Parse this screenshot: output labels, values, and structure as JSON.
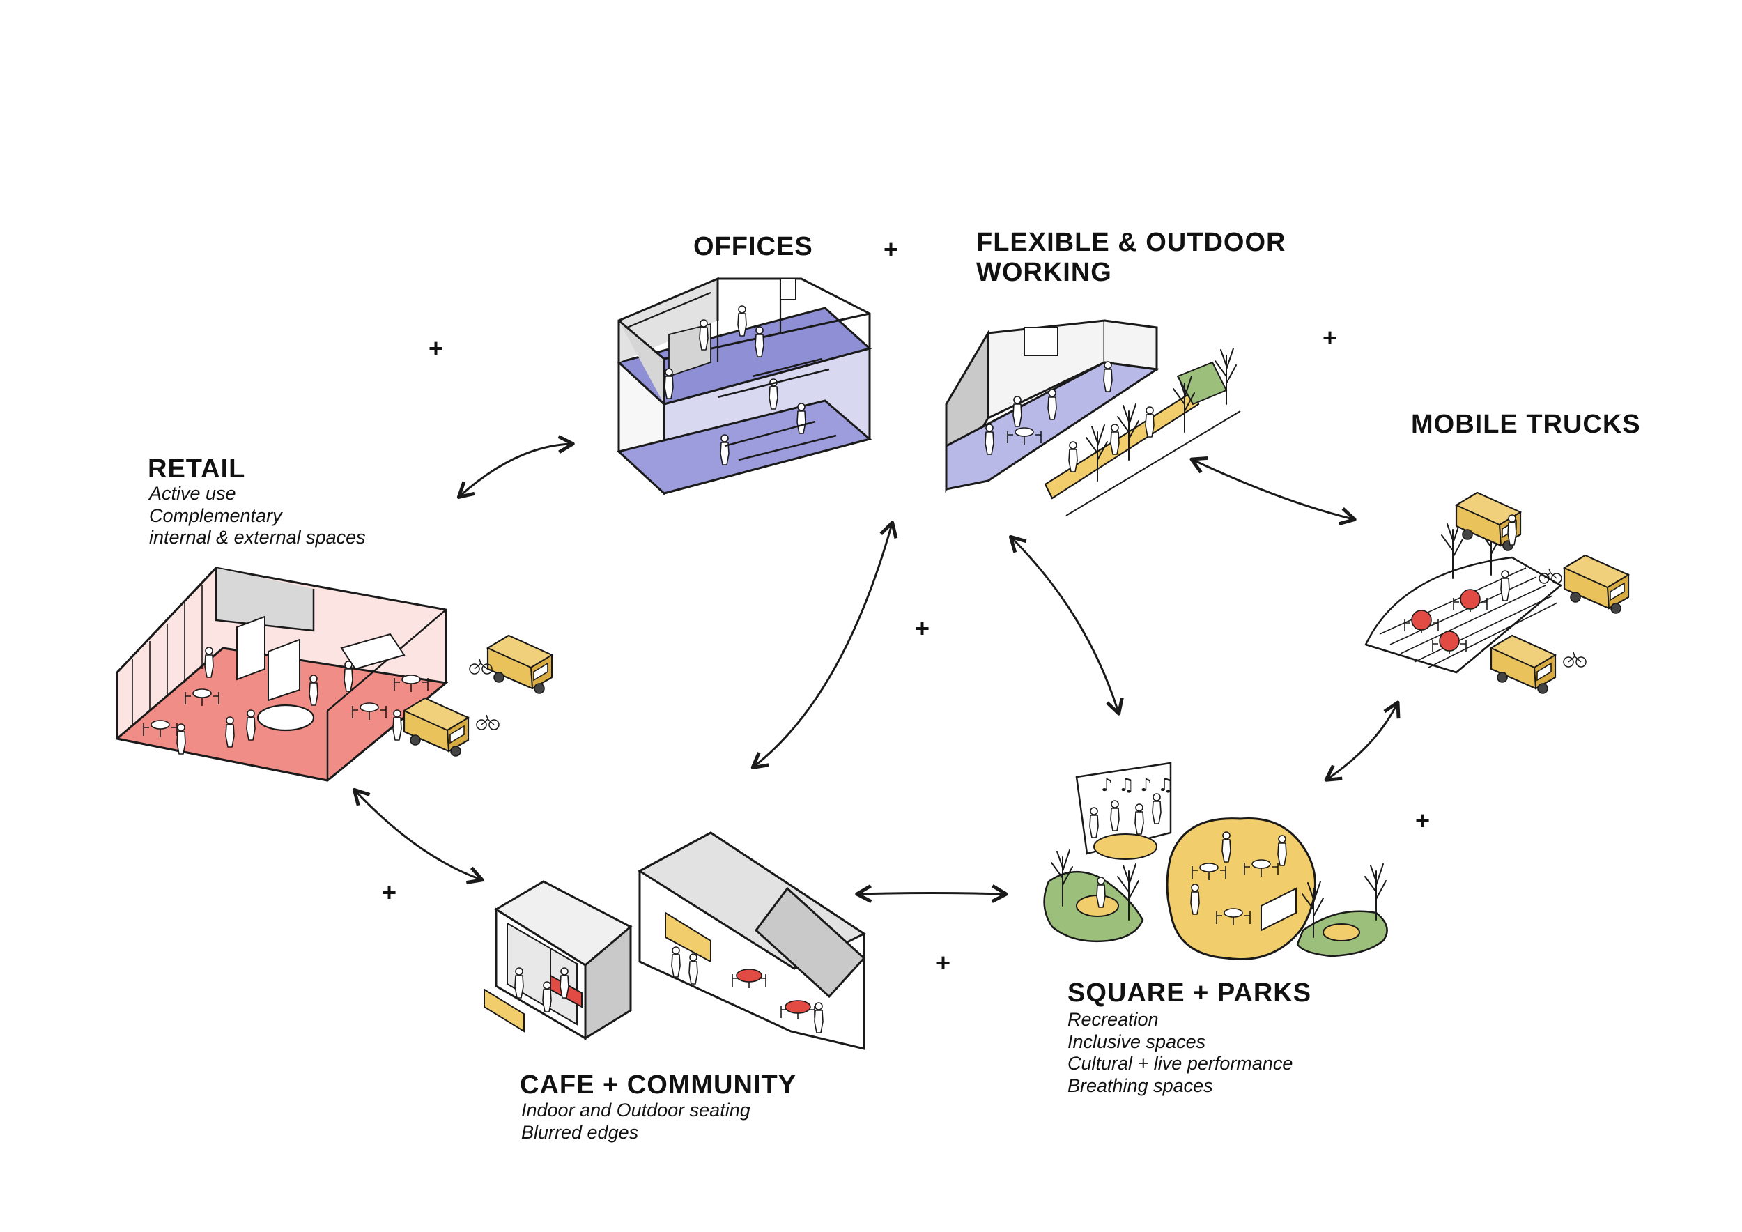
{
  "offices": {
    "title": "OFFICES"
  },
  "flexible": {
    "title_line1": "FLEXIBLE & OUTDOOR",
    "title_line2": "WORKING"
  },
  "mobile_trucks": {
    "title": "MOBILE TRUCKS"
  },
  "retail": {
    "title": "RETAIL",
    "lines": [
      "Active use",
      "Complementary",
      "internal & external spaces"
    ]
  },
  "cafe": {
    "title": "CAFE + COMMUNITY",
    "lines": [
      "Indoor and Outdoor seating",
      "Blurred edges"
    ]
  },
  "square": {
    "title": "SQUARE + PARKS",
    "lines": [
      "Recreation",
      "Inclusive spaces",
      "Cultural + live performance",
      "Breathing spaces"
    ]
  },
  "plus_symbol": "+",
  "colors": {
    "office_purple": "#8f8fd6",
    "office_purple_light": "#b9b9e8",
    "retail_red": "#f08d86",
    "truck_yellow": "#e9c25c",
    "park_yellow": "#f2cd6b",
    "park_green": "#9cbf7b",
    "table_red": "#e24a44",
    "wall_grey": "#c9c9c9",
    "ink": "#1a1a1a"
  }
}
